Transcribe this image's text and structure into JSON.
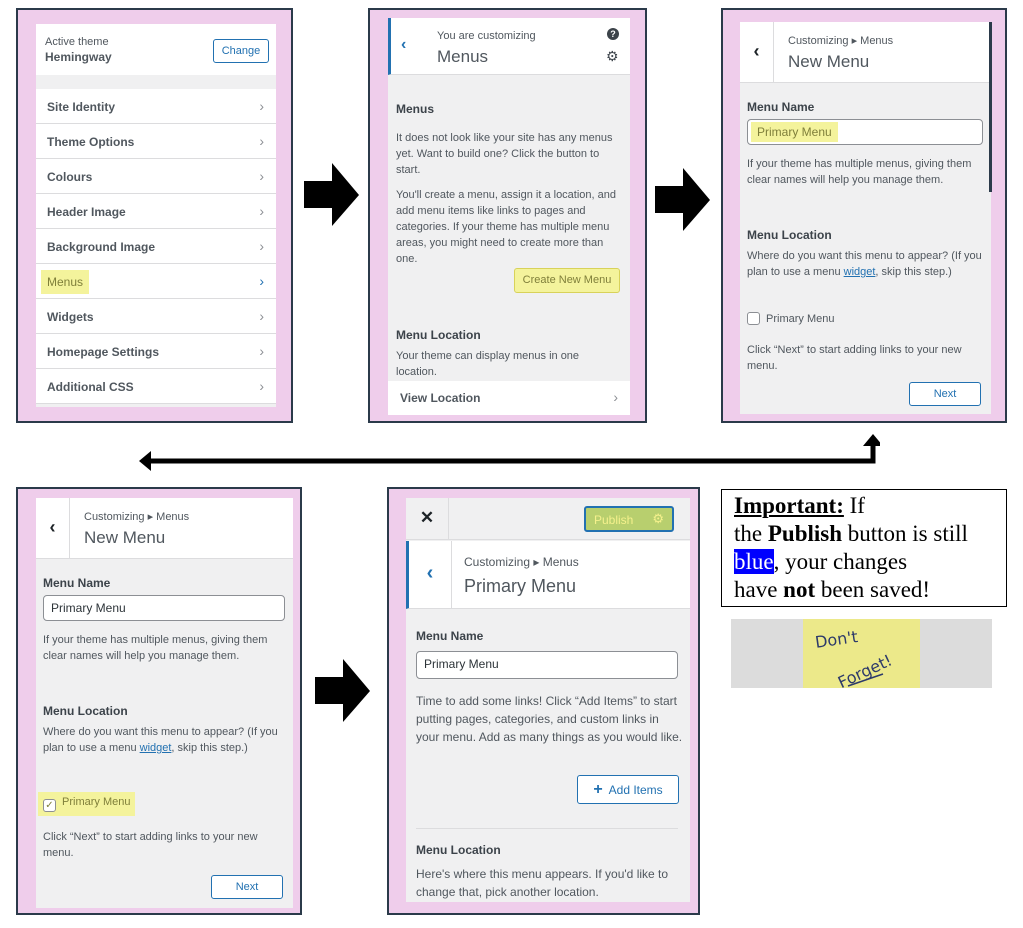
{
  "panel1": {
    "active_theme_label": "Active theme",
    "theme_name": "Hemingway",
    "change_button": "Change",
    "items": [
      "Site Identity",
      "Theme Options",
      "Colours",
      "Header Image",
      "Background Image",
      "Menus",
      "Widgets",
      "Homepage Settings",
      "Additional CSS"
    ]
  },
  "panel2": {
    "crumb": "You are customizing",
    "title": "Menus",
    "section_heading": "Menus",
    "para1": "It does not look like your site has any menus yet. Want to build one? Click the button to start.",
    "para2": "You'll create a menu, assign it a location, and add menu items like links to pages and categories. If your theme has multiple menu areas, you might need to create more than one.",
    "create_button": "Create New Menu",
    "location_heading": "Menu Location",
    "location_text": "Your theme can display menus in one location.",
    "view_location": "View Location"
  },
  "panel3": {
    "crumb": "Customizing ▸ Menus",
    "title": "New Menu",
    "menu_name_label": "Menu Name",
    "menu_name_value": "Primary Menu",
    "name_help": "If your theme has multiple menus, giving them clear names will help you manage them.",
    "location_heading": "Menu Location",
    "location_help_before": "Where do you want this menu to appear? (If you plan to use a menu ",
    "location_help_link": "widget",
    "location_help_after": ", skip this step.)",
    "checkbox_label": "Primary Menu",
    "checkbox_checked": false,
    "next_help": "Click “Next” to start adding links to your new menu.",
    "next_button": "Next"
  },
  "panel4": {
    "crumb": "Customizing ▸ Menus",
    "title": "New Menu",
    "menu_name_label": "Menu Name",
    "menu_name_value": "Primary Menu",
    "name_help": "If your theme has multiple menus, giving them clear names will help you manage them.",
    "location_heading": "Menu Location",
    "location_help_before": "Where do you want this menu to appear? (If you plan to use a menu ",
    "location_help_link": "widget",
    "location_help_after": ", skip this step.)",
    "checkbox_label": "Primary Menu",
    "checkbox_checked": true,
    "next_help": "Click “Next” to start adding links to your new menu.",
    "next_button": "Next"
  },
  "panel5": {
    "publish_button": "Publish",
    "crumb": "Customizing ▸ Menus",
    "title": "Primary Menu",
    "menu_name_label": "Menu Name",
    "menu_name_value": "Primary Menu",
    "help": "Time to add some links! Click “Add Items” to start putting pages, categories, and custom links in your menu. Add as many things as you would like.",
    "add_items_button": "Add Items",
    "location_heading": "Menu Location",
    "location_text": "Here's where this menu appears. If you'd like to change that, pick another location."
  },
  "note": {
    "important": "Important:",
    "t1": " If",
    "t2": "the ",
    "publish": "Publish",
    "t3": " button is still",
    "blue": "blue",
    "t4": ", your changes",
    "t5": "have ",
    "not": "not",
    "t6": " been saved!",
    "sticky_text": "Don't Forget!"
  },
  "colors": {
    "pink": "#efcdeb",
    "highlight": "#f4f39c",
    "accent": "#2271b1",
    "blue_highlight": "#0000ff"
  }
}
